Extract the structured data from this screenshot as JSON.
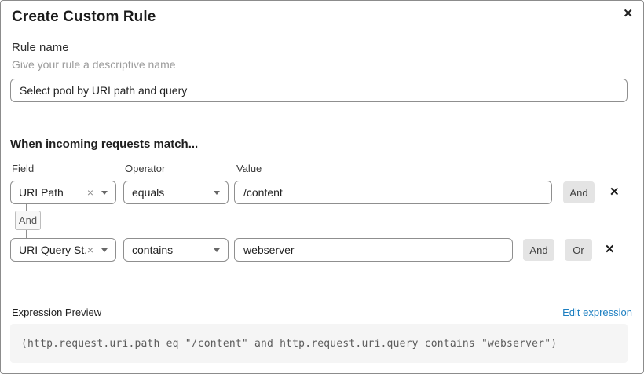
{
  "dialog": {
    "title": "Create Custom Rule"
  },
  "icons": {
    "close": "✕",
    "clear": "×"
  },
  "rule_name": {
    "label": "Rule name",
    "hint": "Give your rule a descriptive name",
    "value": "Select pool by URI path and query"
  },
  "builder": {
    "heading": "When incoming requests match...",
    "columns": {
      "field": "Field",
      "operator": "Operator",
      "value": "Value"
    },
    "connector_label": "And",
    "rows": [
      {
        "field": "URI Path",
        "operator": "equals",
        "value": "/content",
        "buttons": [
          "And"
        ]
      },
      {
        "field": "URI Query St...",
        "operator": "contains",
        "value": "webserver",
        "buttons": [
          "And",
          "Or"
        ]
      }
    ]
  },
  "preview": {
    "label": "Expression Preview",
    "edit_link": "Edit expression",
    "expression": "(http.request.uri.path eq \"/content\" and http.request.uri.query contains \"webserver\")"
  },
  "colors": {
    "link_blue": "#1d7fc1",
    "code_background": "#f5f5f5",
    "button_gray": "#e4e4e4"
  }
}
